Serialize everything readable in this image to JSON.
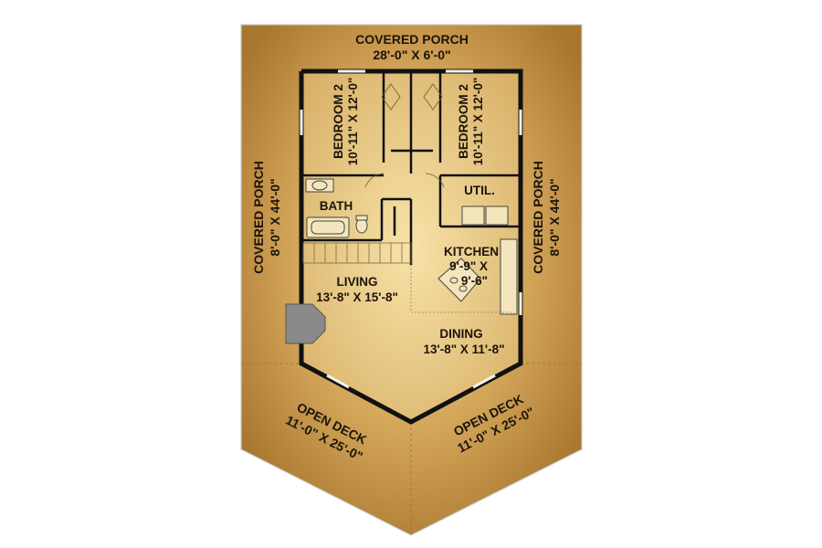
{
  "colors": {
    "deck_outer": "#a8772e",
    "deck_inner": "#e0b76e",
    "floor_inner": "#f2da99",
    "wall": "#111111",
    "fireplace": "#8a8a8a",
    "label": "#1c140c"
  },
  "rooms": {
    "covered_porch_top": {
      "name": "COVERED PORCH",
      "size": "28'-0\" X 6'-0\""
    },
    "covered_porch_left": {
      "name": "COVERED PORCH",
      "size": "8'-0\" X 44'-0\""
    },
    "covered_porch_right": {
      "name": "COVERED PORCH",
      "size": "8'-0\" X 44'-0\""
    },
    "bedroom_left": {
      "name": "BEDROOM 2",
      "size": "10'-11\" X 12'-0\""
    },
    "bedroom_right": {
      "name": "BEDROOM 2",
      "size": "10'-11\" X 12'-0\""
    },
    "bath": {
      "name": "BATH"
    },
    "util": {
      "name": "UTIL."
    },
    "kitchen": {
      "name": "KITCHEN",
      "size_line1": "9'-9\" X",
      "size_line2": "9'-6\""
    },
    "living": {
      "name": "LIVING",
      "size": "13'-8\" X 15'-8\""
    },
    "dining": {
      "name": "DINING",
      "size": "13'-8\" X 11'-8\""
    },
    "open_deck_left": {
      "name": "OPEN DECK",
      "size": "11'-0\" X 25'-0\""
    },
    "open_deck_right": {
      "name": "OPEN DECK",
      "size": "11'-0\" X 25'-0\""
    }
  }
}
